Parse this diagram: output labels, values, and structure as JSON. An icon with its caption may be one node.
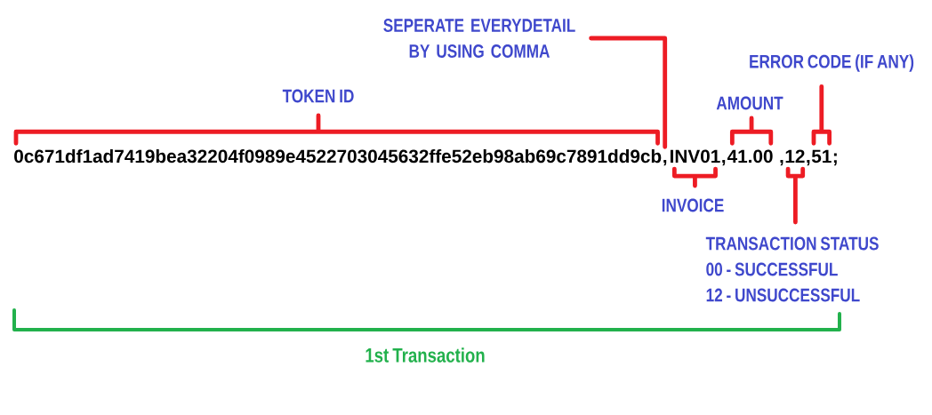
{
  "diagram": {
    "nodes": [
      {
        "text": [
          "SEPERATE EVERYDETAIL BY USING COMMA"
        ]
      },
      {
        "text": [
          "ERROR CODE (IF ANY)"
        ]
      },
      {
        "text": [
          "TOKEN ID"
        ]
      },
      {
        "text": [
          "AMOUNT"
        ]
      },
      {
        "text": [
          "0c671df1ad7419bea32204f0989e4522703045632ffe52eb98ab69c7891dd9cb"
        ]
      },
      {
        "text": [
          ","
        ]
      },
      {
        "text": [
          "INV01"
        ]
      },
      {
        "text": [
          "41.00"
        ]
      },
      {
        "text": [
          "12"
        ]
      },
      {
        "text": [
          "51"
        ]
      },
      {
        "text": [
          "INVOICE"
        ]
      },
      {
        "text": [
          "TRANSACTION STATUS",
          "00 - SUCCESSFUL",
          "12 - UNSUCCESSFUL"
        ]
      }
    ],
    "edges": [
      {
        "from": 2,
        "to": 4,
        "arrow": "none"
      },
      {
        "from": 0,
        "to": 5,
        "arrow": "none"
      },
      {
        "from": 3,
        "to": 7,
        "arrow": "none"
      },
      {
        "from": 1,
        "to": 9,
        "arrow": "none"
      },
      {
        "from": 10,
        "to": 6,
        "arrow": "none"
      },
      {
        "from": 11,
        "to": 8,
        "arrow": "none"
      }
    ],
    "labels": [
      ",",
      ",",
      ",",
      ";",
      "1st Transaction"
    ]
  }
}
